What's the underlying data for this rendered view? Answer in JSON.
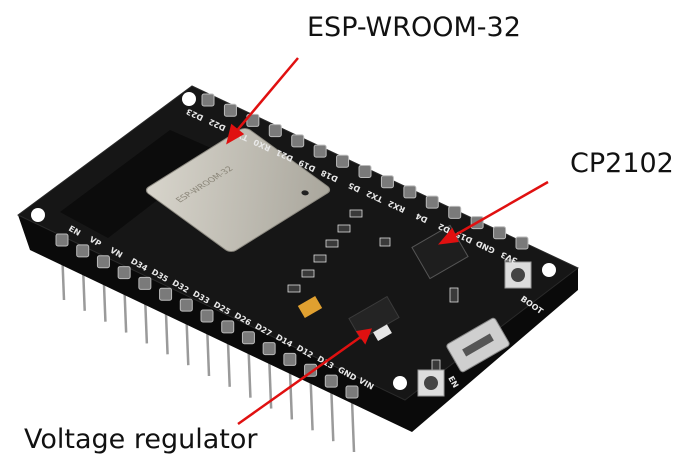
{
  "labels": {
    "module": "ESP-WROOM-32",
    "usb_chip": "CP2102",
    "regulator": "Voltage regulator"
  },
  "board": {
    "top_pins": [
      "D23",
      "D22",
      "TX0",
      "RX0",
      "D21",
      "D19",
      "D18",
      "D5",
      "TX2",
      "RX2",
      "D4",
      "D2",
      "D15",
      "GND",
      "3V3"
    ],
    "bottom_pins": [
      "EN",
      "VP",
      "VN",
      "D34",
      "D35",
      "D32",
      "D33",
      "D25",
      "D26",
      "D27",
      "D14",
      "D12",
      "D13",
      "GND",
      "VIN"
    ],
    "boot_button": "BOOT",
    "en_button": "EN",
    "module_marking": "ESP-WROOM-32"
  },
  "colors": {
    "arrow": "#e01010",
    "pcb": "#141414",
    "shield": "#c9c6bd"
  }
}
